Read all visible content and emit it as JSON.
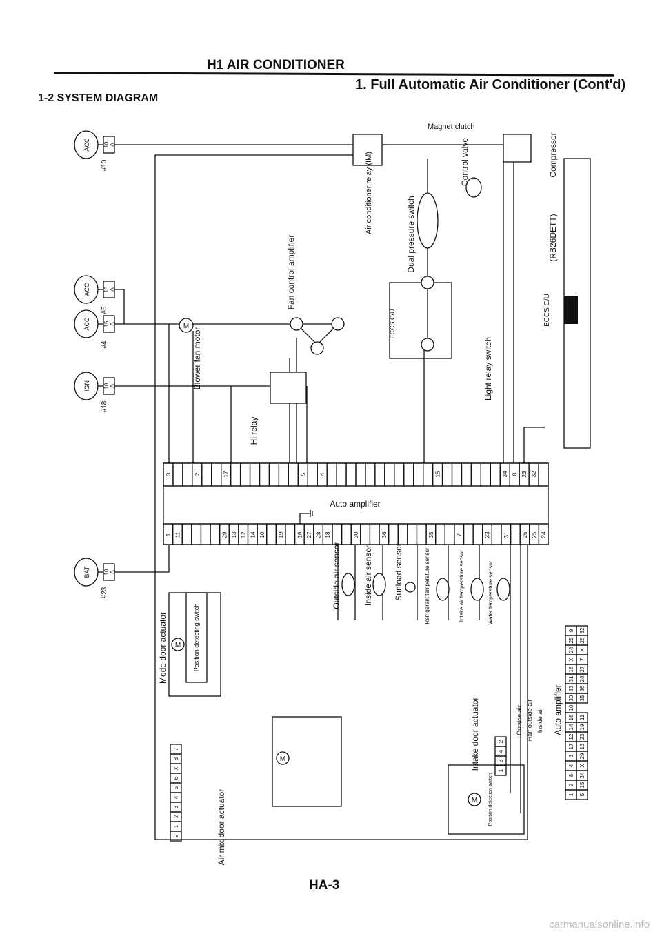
{
  "header": {
    "section": "H1 AIR CONDITIONER",
    "subtitle": "1. Full Automatic Air Conditioner (Cont'd)",
    "diagram_title": "1-2 SYSTEM DIAGRAM"
  },
  "fuses": [
    {
      "source": "ACC",
      "fuse": "#10",
      "amp": "10",
      "unit": "A"
    },
    {
      "source": "ACC",
      "fuse": "#5",
      "amp": "15",
      "unit": "A"
    },
    {
      "source": "ACC",
      "fuse": "#4",
      "amp": "15",
      "unit": "A"
    },
    {
      "source": "IGN",
      "fuse": "#18",
      "amp": "10",
      "unit": "A"
    },
    {
      "source": "BAT",
      "fuse": "#23",
      "amp": "10",
      "unit": "A"
    }
  ],
  "auto_amplifier": {
    "label": "Auto amplifier",
    "top_pins": [
      "3",
      "",
      "",
      "2",
      "",
      "",
      "17",
      "",
      "",
      "",
      "",
      "",
      "",
      "",
      "5",
      "",
      "4",
      "",
      "",
      "",
      "",
      "",
      "",
      "",
      "",
      "",
      "",
      "",
      "15",
      "",
      "",
      "",
      "",
      "",
      "",
      "34",
      "8",
      "23",
      "32",
      ""
    ],
    "bottom_pins": [
      "1",
      "11",
      "",
      "",
      "",
      "",
      "29",
      "13",
      "12",
      "14",
      "10",
      "",
      "19",
      "",
      "16",
      "27",
      "28",
      "18",
      "",
      "",
      "30",
      "",
      "",
      "36",
      "",
      "",
      "",
      "",
      "35",
      "",
      "",
      "7",
      "",
      "",
      "33",
      "",
      "31",
      "",
      "26",
      "25",
      "24"
    ]
  },
  "components": {
    "magnet_clutch": "Magnet clutch",
    "compressor": "Compressor",
    "engine": "(RB26DETT)",
    "eccs_cu": "ECCS C/U",
    "eccs_cu_2": "ECCS C/U",
    "control_valve": "Control valve",
    "dual_pressure_switch": "Dual pressure switch",
    "ac_relay": "Air conditioner relay (IM)",
    "fan_control_amplifier": "Fan control amplifier",
    "blower_fan_motor": "Blower fan motor",
    "hi_relay": "Hi relay",
    "light_relay_switch": "Light relay switch",
    "mode_door_actuator": "Mode door actuator",
    "position_detecting_switch": "Position detecting switch",
    "air_mix_door_actuator": "Air mix door actuator",
    "outside_air_sensor": "Outside air sensor",
    "inside_air_sensor": "Inside air sensor",
    "sunload_sensor": "Sunload sensor",
    "refrigerant_temp_sensor": "Refrigerant temperature sensor",
    "intake_air_temp_sensor": "Intake air temperature sensor",
    "water_temp_sensor": "Water temperature sensor",
    "intake_door_actuator": "Intake door actuator",
    "position_detection_switch": "Position detection switch",
    "outside_air": "Outside air",
    "half_outside_air": "Half-outside air",
    "inside_air": "Inside air",
    "amp_connector_label": "Auto amplifier",
    "motor": "M"
  },
  "connectors": {
    "amp_a_row1": [
      "1",
      "2",
      "8",
      "4",
      "3",
      "17",
      "12",
      "14",
      "18",
      "10"
    ],
    "amp_a_row2": [
      "5",
      "15",
      "34",
      "X",
      "29",
      "13",
      "23",
      "19",
      "11"
    ],
    "amp_b_row1": [
      "30",
      "33",
      "31",
      "16",
      "X",
      "24",
      "25",
      "9"
    ],
    "amp_b_row2": [
      "35",
      "36",
      "28",
      "27",
      "7",
      "X",
      "26",
      "32"
    ],
    "mode_door": [
      "9",
      "1",
      "2",
      "3",
      "4",
      "5",
      "6",
      "X",
      "8",
      "7"
    ],
    "intake_door": [
      "1",
      "3",
      "4",
      "2"
    ]
  },
  "page_number": "HA-3",
  "watermark": "carmanualsonline.info"
}
